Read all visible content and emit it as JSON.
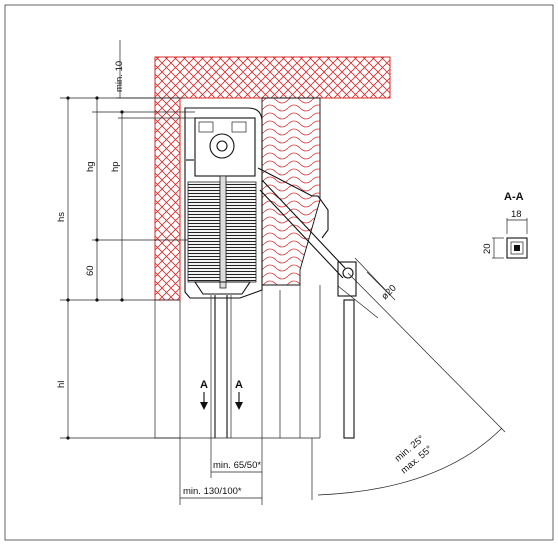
{
  "labels": {
    "min10": "min. 10",
    "hs": "hs",
    "hg": "hg",
    "hp": "hp",
    "dim60": "60",
    "hl": "hl",
    "section_left": "A",
    "section_right": "A",
    "section_title": "A-A",
    "width18": "18",
    "height20": "20",
    "diameter20": "ø20",
    "min65": "min. 65/50*",
    "min130": "min. 130/100*",
    "angle_min": "min. 25°",
    "angle_max": "max. 55°"
  },
  "colors": {
    "hatch_red": "#d62a2a",
    "line": "#111111"
  }
}
